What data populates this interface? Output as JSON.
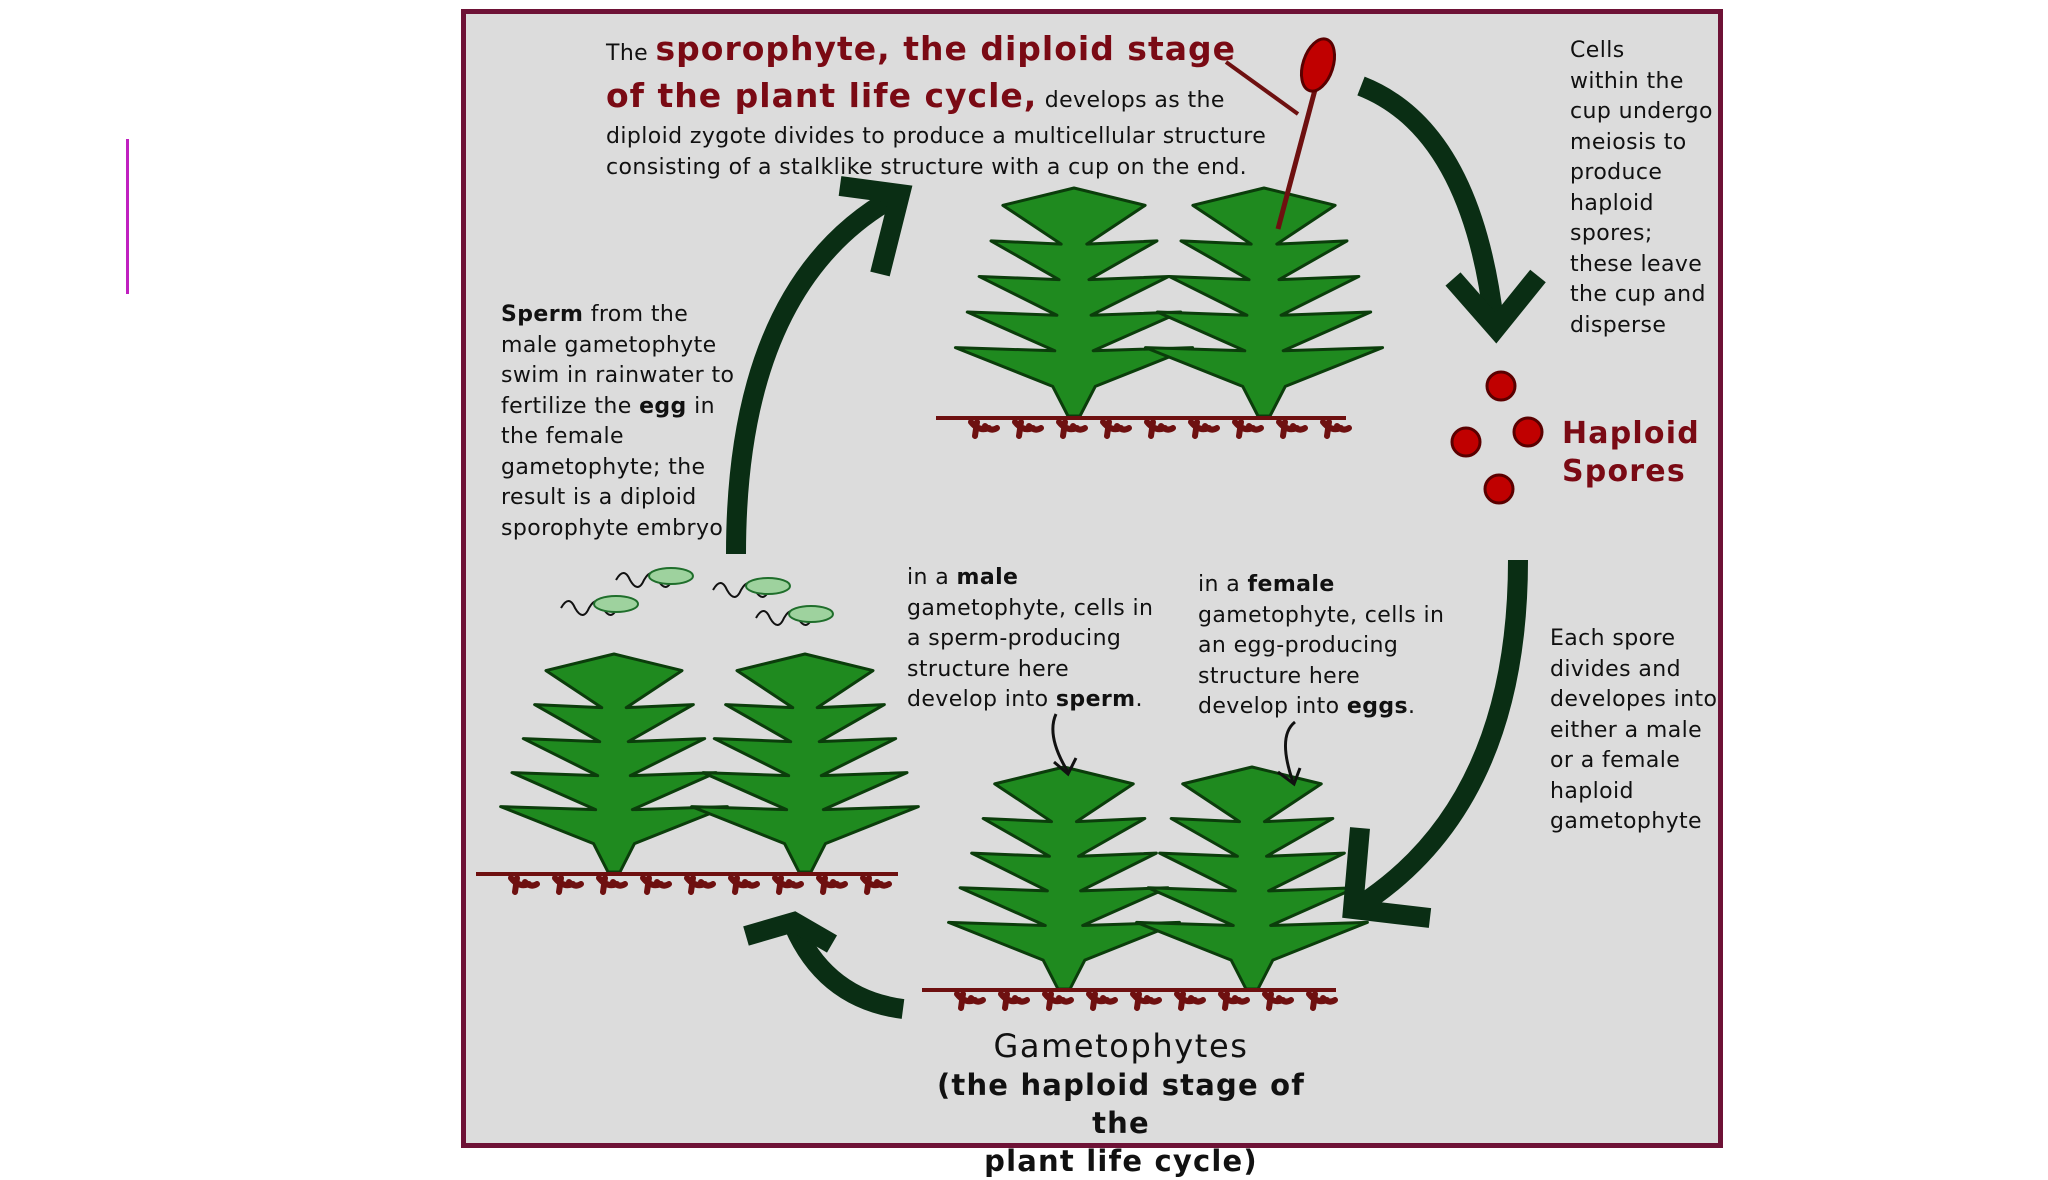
{
  "accent_color": "#c020c0",
  "border_color": "#6e1236",
  "panel_background": "#dcdcdc",
  "leaf_color": "#1f8a1f",
  "root_color": "#6e1010",
  "arrow_color": "#0a2e14",
  "spore_color": "#c00000",
  "sporophyte": {
    "prefix": "The ",
    "title_line1": "sporophyte, the diploid stage",
    "title_line2": "of the plant life cycle,",
    "desc_line1": " develops as the",
    "desc_line2": "diploid zygote divides to produce a multicellular structure",
    "desc_line3": "consisting of a stalklike structure with a cup on the end."
  },
  "meiosis_text": [
    "Cells",
    "within the",
    "cup undergo",
    "meiosis to",
    "produce",
    "haploid",
    "spores;",
    "these leave",
    "the cup and",
    "disperse"
  ],
  "spores_label": [
    "Haploid",
    "Spores"
  ],
  "sperm_text": {
    "lead": "Sperm",
    "line1_rest": " from the",
    "line2": "male gametophyte",
    "line3": "swim in rainwater to",
    "line4_a": "fertilize the ",
    "line4_egg": "egg",
    "line4_b": " in",
    "line5": "the female",
    "line6": "gametophyte; the",
    "line7": "result is a diploid",
    "line8": "sporophyte embryo"
  },
  "male_text": {
    "line1_a": "in a ",
    "line1_b": "male",
    "line2": "gametophyte, cells in",
    "line3": "a sperm-producing",
    "line4": "structure here",
    "line5_a": "develop into ",
    "line5_b": "sperm",
    "line5_c": "."
  },
  "female_text": {
    "line1_a": "in a ",
    "line1_b": "female",
    "line2": "gametophyte, cells in",
    "line3": "an egg-producing",
    "line4": "structure here",
    "line5_a": "develop into ",
    "line5_b": "eggs",
    "line5_c": "."
  },
  "spore_text": [
    "Each spore",
    "divides and",
    "developes into",
    "either a male",
    "or a female",
    "haploid",
    "gametophyte"
  ],
  "gametophytes": {
    "title": "Gametophytes",
    "sub_line1": "(the haploid stage of the",
    "sub_line2": "plant life cycle)"
  }
}
